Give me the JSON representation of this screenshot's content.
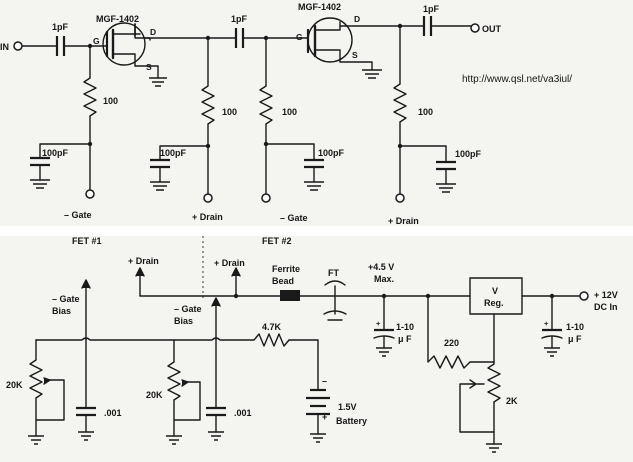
{
  "labels": {
    "in": "IN",
    "out": "OUT",
    "url": "http://www.qsl.net/va3iul/",
    "fet1_type": "MGF-1402",
    "fet2_type": "MGF-1402",
    "g": "G",
    "d": "D",
    "s": "S",
    "cap_1pf_a": "1pF",
    "cap_1pf_b": "1pF",
    "cap_1pf_c": "1pF",
    "res_100_a": "100",
    "res_100_b": "100",
    "res_100_c": "100",
    "res_100_d": "100",
    "cap_100pf_a": "100pF",
    "cap_100pf_b": "100pF",
    "cap_100pf_c": "100pF",
    "cap_100pf_d": "100pF",
    "minus_gate_a": "– Gate",
    "plus_drain_a": "+ Drain",
    "minus_gate_b": "– Gate",
    "plus_drain_b": "+ Drain",
    "fet1": "FET #1",
    "fet2": "FET #2",
    "plus_drain_c": "+ Drain",
    "plus_drain_d": "+ Drain",
    "minus_gate_bias_1a": "– Gate",
    "minus_gate_bias_1b": "Bias",
    "minus_gate_bias_2a": "– Gate",
    "minus_gate_bias_2b": "Bias",
    "ferrite_a": "Ferrite",
    "ferrite_b": "Bead",
    "ft": "FT",
    "v45_a": "+4.5  V",
    "v45_b": "Max.",
    "cap_110_a_1": "1-10",
    "cap_110_a_2": "μ F",
    "res_220": "220",
    "vreg_1": "V",
    "vreg_2": "Reg.",
    "v12_1": "+ 12V",
    "v12_2": "DC In",
    "cap_110_b_1": "1-10",
    "cap_110_b_2": "μ F",
    "pot_2k": "2K",
    "pot_20k_a": "20K",
    "pot_20k_b": "20K",
    "cap_001_a": ".001",
    "cap_001_b": ".001",
    "res_4k7": "4.7K",
    "batt_minus": "–",
    "batt_plus": "+",
    "batt_1": "1.5V",
    "batt_2": "Battery"
  }
}
